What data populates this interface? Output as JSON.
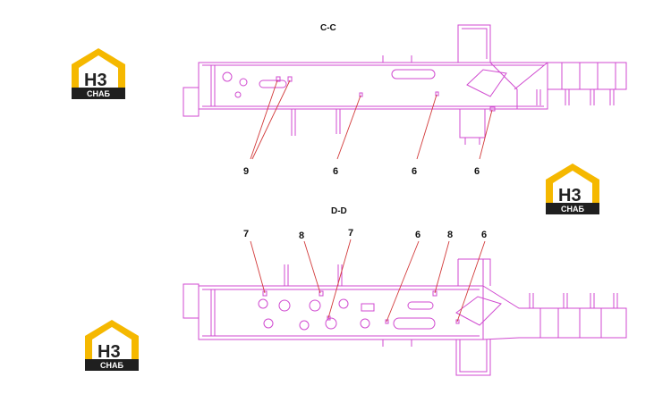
{
  "sections": {
    "top": "C-C",
    "bottom": "D-D"
  },
  "callouts_top": [
    "9",
    "6",
    "6",
    "6"
  ],
  "callouts_bottom": [
    "7",
    "8",
    "7",
    "6",
    "8",
    "6"
  ],
  "logo": {
    "mark": "H3",
    "word": "СНАБ",
    "colors": {
      "yellow": "#f5b800",
      "dark": "#1f1f1f",
      "white": "#ffffff"
    }
  },
  "drawing_color": "#d04ad0",
  "leader_color": "#d23a3a"
}
